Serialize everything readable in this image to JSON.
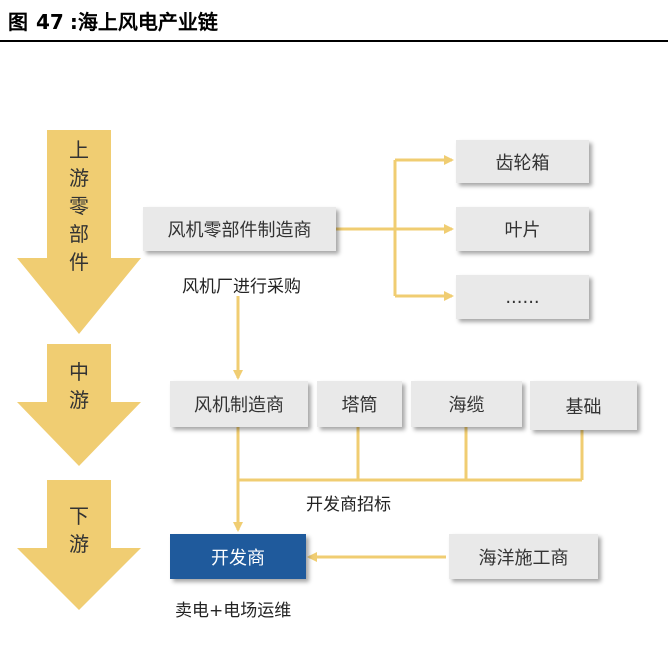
{
  "title": {
    "prefix": "图",
    "number": "47",
    "sep": ":",
    "text": "海上风电产业链"
  },
  "stages": [
    {
      "id": "upstream",
      "label": "上游零部件"
    },
    {
      "id": "midstream",
      "label": "中游"
    },
    {
      "id": "downstream",
      "label": "下游"
    }
  ],
  "nodes": {
    "component_maker": "风机零部件制造商",
    "gearbox": "齿轮箱",
    "blade": "叶片",
    "ellipsis": "......",
    "turbine_maker": "风机制造商",
    "tower": "塔筒",
    "cable": "海缆",
    "foundation": "基础",
    "developer": "开发商",
    "offshore_construction": "海洋施工商"
  },
  "notes": {
    "procurement": "风机厂进行采购",
    "tender": "开发商招标",
    "revenue": "卖电+电场运维"
  },
  "colors": {
    "arrow_gold": "#f0cd72",
    "box_grey": "#e9e9e9",
    "box_blue": "#1f5a9c"
  }
}
